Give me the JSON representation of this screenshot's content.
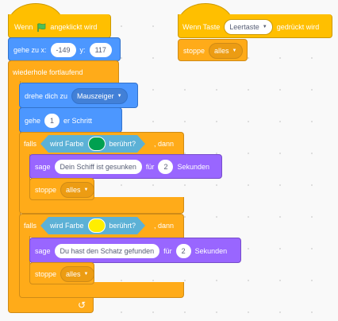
{
  "script1": {
    "hat": {
      "label": "Wenn",
      "label_after": "angeklickt wird",
      "flag_icon": "green-flag-icon"
    },
    "goto": {
      "label": "gehe zu x:",
      "x": "-149",
      "y_label": "y:",
      "y": "117"
    },
    "forever": {
      "label": "wiederhole fortlaufend"
    },
    "point": {
      "label": "drehe dich zu",
      "target": "Mauszeiger"
    },
    "move": {
      "label": "gehe",
      "steps": "1",
      "label_after": "er Schritt"
    },
    "if1": {
      "label": "falls",
      "label_after": ", dann",
      "sensing": {
        "label": "wird Farbe",
        "color": "#00a050",
        "label_after": "berührt?"
      },
      "say": {
        "label": "sage",
        "text": "Dein Schiff ist gesunken",
        "for_label": "für",
        "secs": "2",
        "secs_label": "Sekunden"
      },
      "stop": {
        "label": "stoppe",
        "option": "alles"
      }
    },
    "if2": {
      "label": "falls",
      "label_after": ", dann",
      "sensing": {
        "label": "wird Farbe",
        "color": "#ffee00",
        "label_after": "berührt?"
      },
      "say": {
        "label": "sage",
        "text": "Du hast den Schatz gefunden",
        "for_label": "für",
        "secs": "2",
        "secs_label": "Sekunden"
      },
      "stop": {
        "label": "stoppe",
        "option": "alles"
      }
    },
    "loop_arrow_icon": "loop-arrow-icon"
  },
  "script2": {
    "hat": {
      "label": "Wenn Taste",
      "key": "Leertaste",
      "label_after": "gedrückt wird"
    },
    "stop": {
      "label": "stoppe",
      "option": "alles"
    }
  },
  "colors": {
    "events": "#ffbf00",
    "motion": "#4c97ff",
    "control": "#ffab19",
    "looks": "#9966ff",
    "sensing": "#5cb1d6"
  }
}
